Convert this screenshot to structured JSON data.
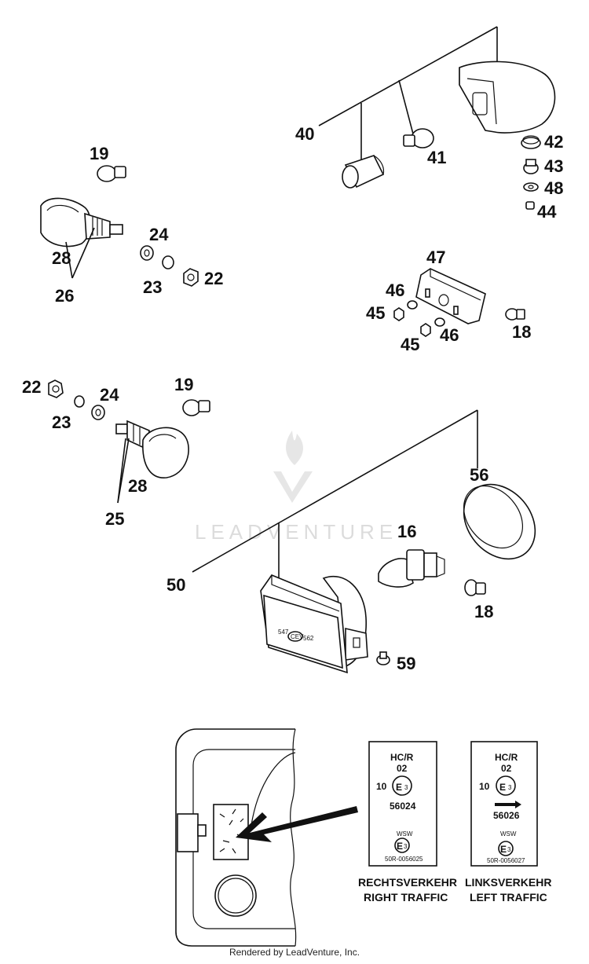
{
  "callouts": {
    "c40": "40",
    "c41": "41",
    "c42": "42",
    "c43": "43",
    "c48": "48",
    "c44": "44",
    "c19a": "19",
    "c24a": "24",
    "c28a": "28",
    "c26": "26",
    "c23a": "23",
    "c22a": "22",
    "c47": "47",
    "c46a": "46",
    "c45a": "45",
    "c46b": "46",
    "c45b": "45",
    "c18a": "18",
    "c22b": "22",
    "c23b": "23",
    "c24b": "24",
    "c19b": "19",
    "c28b": "28",
    "c25": "25",
    "c56": "56",
    "c16": "16",
    "c50": "50",
    "c18b": "18",
    "c59": "59"
  },
  "headlamp_marking": {
    "left": "547",
    "center": "CEV",
    "right": "562"
  },
  "approval_labels": {
    "right": {
      "line1": "HC/R",
      "line2": "02",
      "prefix": "10",
      "mark": "E",
      "mark_index": "3",
      "number": "56024",
      "wsw": "WSW",
      "mark2": "E",
      "mark2_index": "3",
      "code": "50R-0056025",
      "caption_de": "RECHTSVERKEHR",
      "caption_en": "RIGHT TRAFFIC"
    },
    "left": {
      "line1": "HC/R",
      "line2": "02",
      "prefix": "10",
      "mark": "E",
      "mark_index": "3",
      "number": "56026",
      "wsw": "WSW",
      "mark2": "E",
      "mark2_index": "3",
      "code": "50R-0056027",
      "caption_de": "LINKSVERKEHR",
      "caption_en": "LEFT TRAFFIC"
    }
  },
  "watermark": "LEADVENTURE",
  "footer": "Rendered by LeadVenture, Inc."
}
